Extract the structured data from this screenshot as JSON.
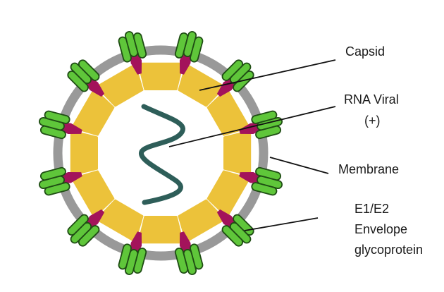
{
  "title": "Virus particle structure",
  "colors": {
    "membrane": "#999999",
    "capsid": "#ecc23a",
    "capsid_edge": "#d9ad2a",
    "spike_fill": "#5fc63a",
    "spike_edge": "#1f4d14",
    "spike_base": "#a3135b",
    "rna": "#2e5e59",
    "leader": "#111111",
    "text": "#1a1a1a"
  },
  "structure": {
    "capsid_segments": 12,
    "spike_count": 12,
    "spike_rods_per_cluster": 3
  },
  "labels": {
    "capsid": "Capsid",
    "rna_line1": "RNA Viral",
    "rna_line2": "(+)",
    "membrane": "Membrane",
    "glyco_line1": "E1/E2",
    "glyco_line2": "Envelope",
    "glyco_line3": "glycoprotein"
  }
}
